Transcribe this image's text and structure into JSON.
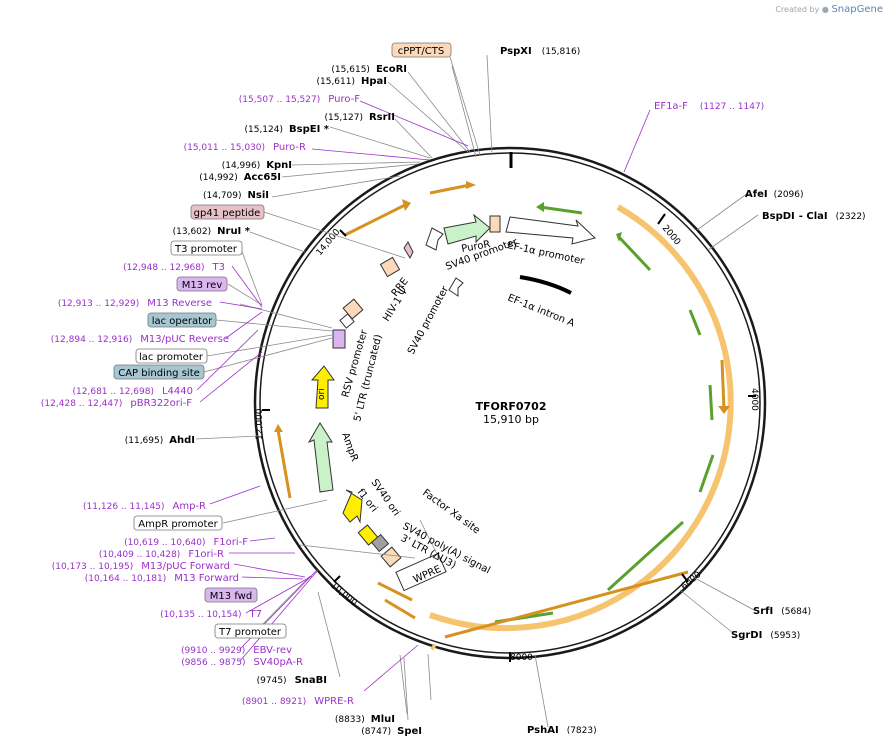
{
  "watermark": {
    "created_by": "Created by",
    "brand": "SnapGene"
  },
  "plasmid": {
    "name": "TFORF0702",
    "size": "15,910 bp"
  },
  "ticks": [
    "2000",
    "4000",
    "6000",
    "8000",
    "10,000",
    "12,000",
    "14,000"
  ],
  "enzymes": [
    {
      "name": "PspXI",
      "coord": "(15,816)"
    },
    {
      "name": "EcoRI",
      "coord": "(15,615)"
    },
    {
      "name": "HpaI",
      "coord": "(15,611)"
    },
    {
      "name": "RsrII",
      "coord": "(15,127)"
    },
    {
      "name": "BspEI *",
      "coord": "(15,124)"
    },
    {
      "name": "KpnI",
      "coord": "(14,996)"
    },
    {
      "name": "Acc65I",
      "coord": "(14,992)"
    },
    {
      "name": "NsiI",
      "coord": "(14,709)"
    },
    {
      "name": "NruI *",
      "coord": "(13,602)"
    },
    {
      "name": "AhdI",
      "coord": "(11,695)"
    },
    {
      "name": "SnaBI",
      "coord": "(9745)"
    },
    {
      "name": "MluI",
      "coord": "(8833)"
    },
    {
      "name": "SpeI",
      "coord": "(8747)"
    },
    {
      "name": "PshAI",
      "coord": "(7823)"
    },
    {
      "name": "SgrDI",
      "coord": "(5953)"
    },
    {
      "name": "SrfI",
      "coord": "(5684)"
    },
    {
      "name": "BspDI",
      "coord": "(2322)",
      "alt": "- ClaI"
    },
    {
      "name": "AfeI",
      "coord": "(2096)"
    }
  ],
  "primers": [
    {
      "name": "EF1a-F",
      "coord": "(1127 .. 1147)"
    },
    {
      "name": "Puro-F",
      "coord": "(15,507 .. 15,527)"
    },
    {
      "name": "Puro-R",
      "coord": "(15,011 .. 15,030)"
    },
    {
      "name": "T3",
      "coord": "(12,948 .. 12,968)"
    },
    {
      "name": "M13 Reverse",
      "coord": "(12,913 .. 12,929)"
    },
    {
      "name": "M13/pUC Reverse",
      "coord": "(12,894 .. 12,916)"
    },
    {
      "name": "L4440",
      "coord": "(12,681 .. 12,698)"
    },
    {
      "name": "pBR322ori-F",
      "coord": "(12,428 .. 12,447)"
    },
    {
      "name": "Amp-R",
      "coord": "(11,126 .. 11,145)"
    },
    {
      "name": "F1ori-F",
      "coord": "(10,619 .. 10,640)"
    },
    {
      "name": "F1ori-R",
      "coord": "(10,409 .. 10,428)"
    },
    {
      "name": "M13/pUC Forward",
      "coord": "(10,173 .. 10,195)"
    },
    {
      "name": "M13 Forward",
      "coord": "(10,164 .. 10,181)"
    },
    {
      "name": "T7",
      "coord": "(10,135 .. 10,154)"
    },
    {
      "name": "EBV-rev",
      "coord": "(9910 .. 9929)"
    },
    {
      "name": "SV40pA-R",
      "coord": "(9856 .. 9875)"
    },
    {
      "name": "WPRE-R",
      "coord": "(8901 .. 8921)"
    }
  ],
  "boxed_labels": {
    "cppt": "cPPT/CTS",
    "gp41": "gp41 peptide",
    "t3_promoter": "T3 promoter",
    "m13_rev": "M13 rev",
    "lac_operator": "lac operator",
    "lac_promoter": "lac promoter",
    "cap_site": "CAP binding site",
    "ampr_promoter": "AmpR promoter",
    "m13_fwd": "M13 fwd",
    "t7_promoter": "T7 promoter"
  },
  "features": {
    "puror": "PuroR",
    "sv40_promoter_a": "SV40 promoter",
    "sv40_promoter_b": "SV40 promoter",
    "ef1a_promoter": "EF-1α promoter",
    "ef1a_intron": "EF-1α intron A",
    "rre": "RRE",
    "hiv_psi": "HIV-1 Ψ",
    "rsv_promoter": "RSV promoter",
    "ltr5": "5' LTR (truncated)",
    "ori": "ori",
    "ampr": "AmpR",
    "f1_ori": "f1 ori",
    "sv40_ori": "SV40 ori",
    "factor_xa": "Factor Xa site",
    "sv40_polya": "SV40 poly(A) signal",
    "ltr3": "3' LTR (ΔU3)",
    "wpre": "WPRE"
  },
  "colors": {
    "backbone": "#1a1a1a",
    "orf_fill": "#f6c46e",
    "orf_stroke": "#c8821e",
    "orf_arrow": "#d7911e",
    "green_arrow": "#5aa02c",
    "primer": "#9b30c8",
    "promoter_fill": "#ffffff",
    "ori_fill": "#ffee00",
    "ampr_fill": "#c9f2c9",
    "puror_fill": "#c9f2c9",
    "ltr_fill": "#fcd9b8",
    "lac_fill": "#a6c6d2",
    "m13_fill": "#dbb5f0",
    "gp41_fill": "#e8c0c8",
    "cppt_fill": "#fcd9b8"
  }
}
